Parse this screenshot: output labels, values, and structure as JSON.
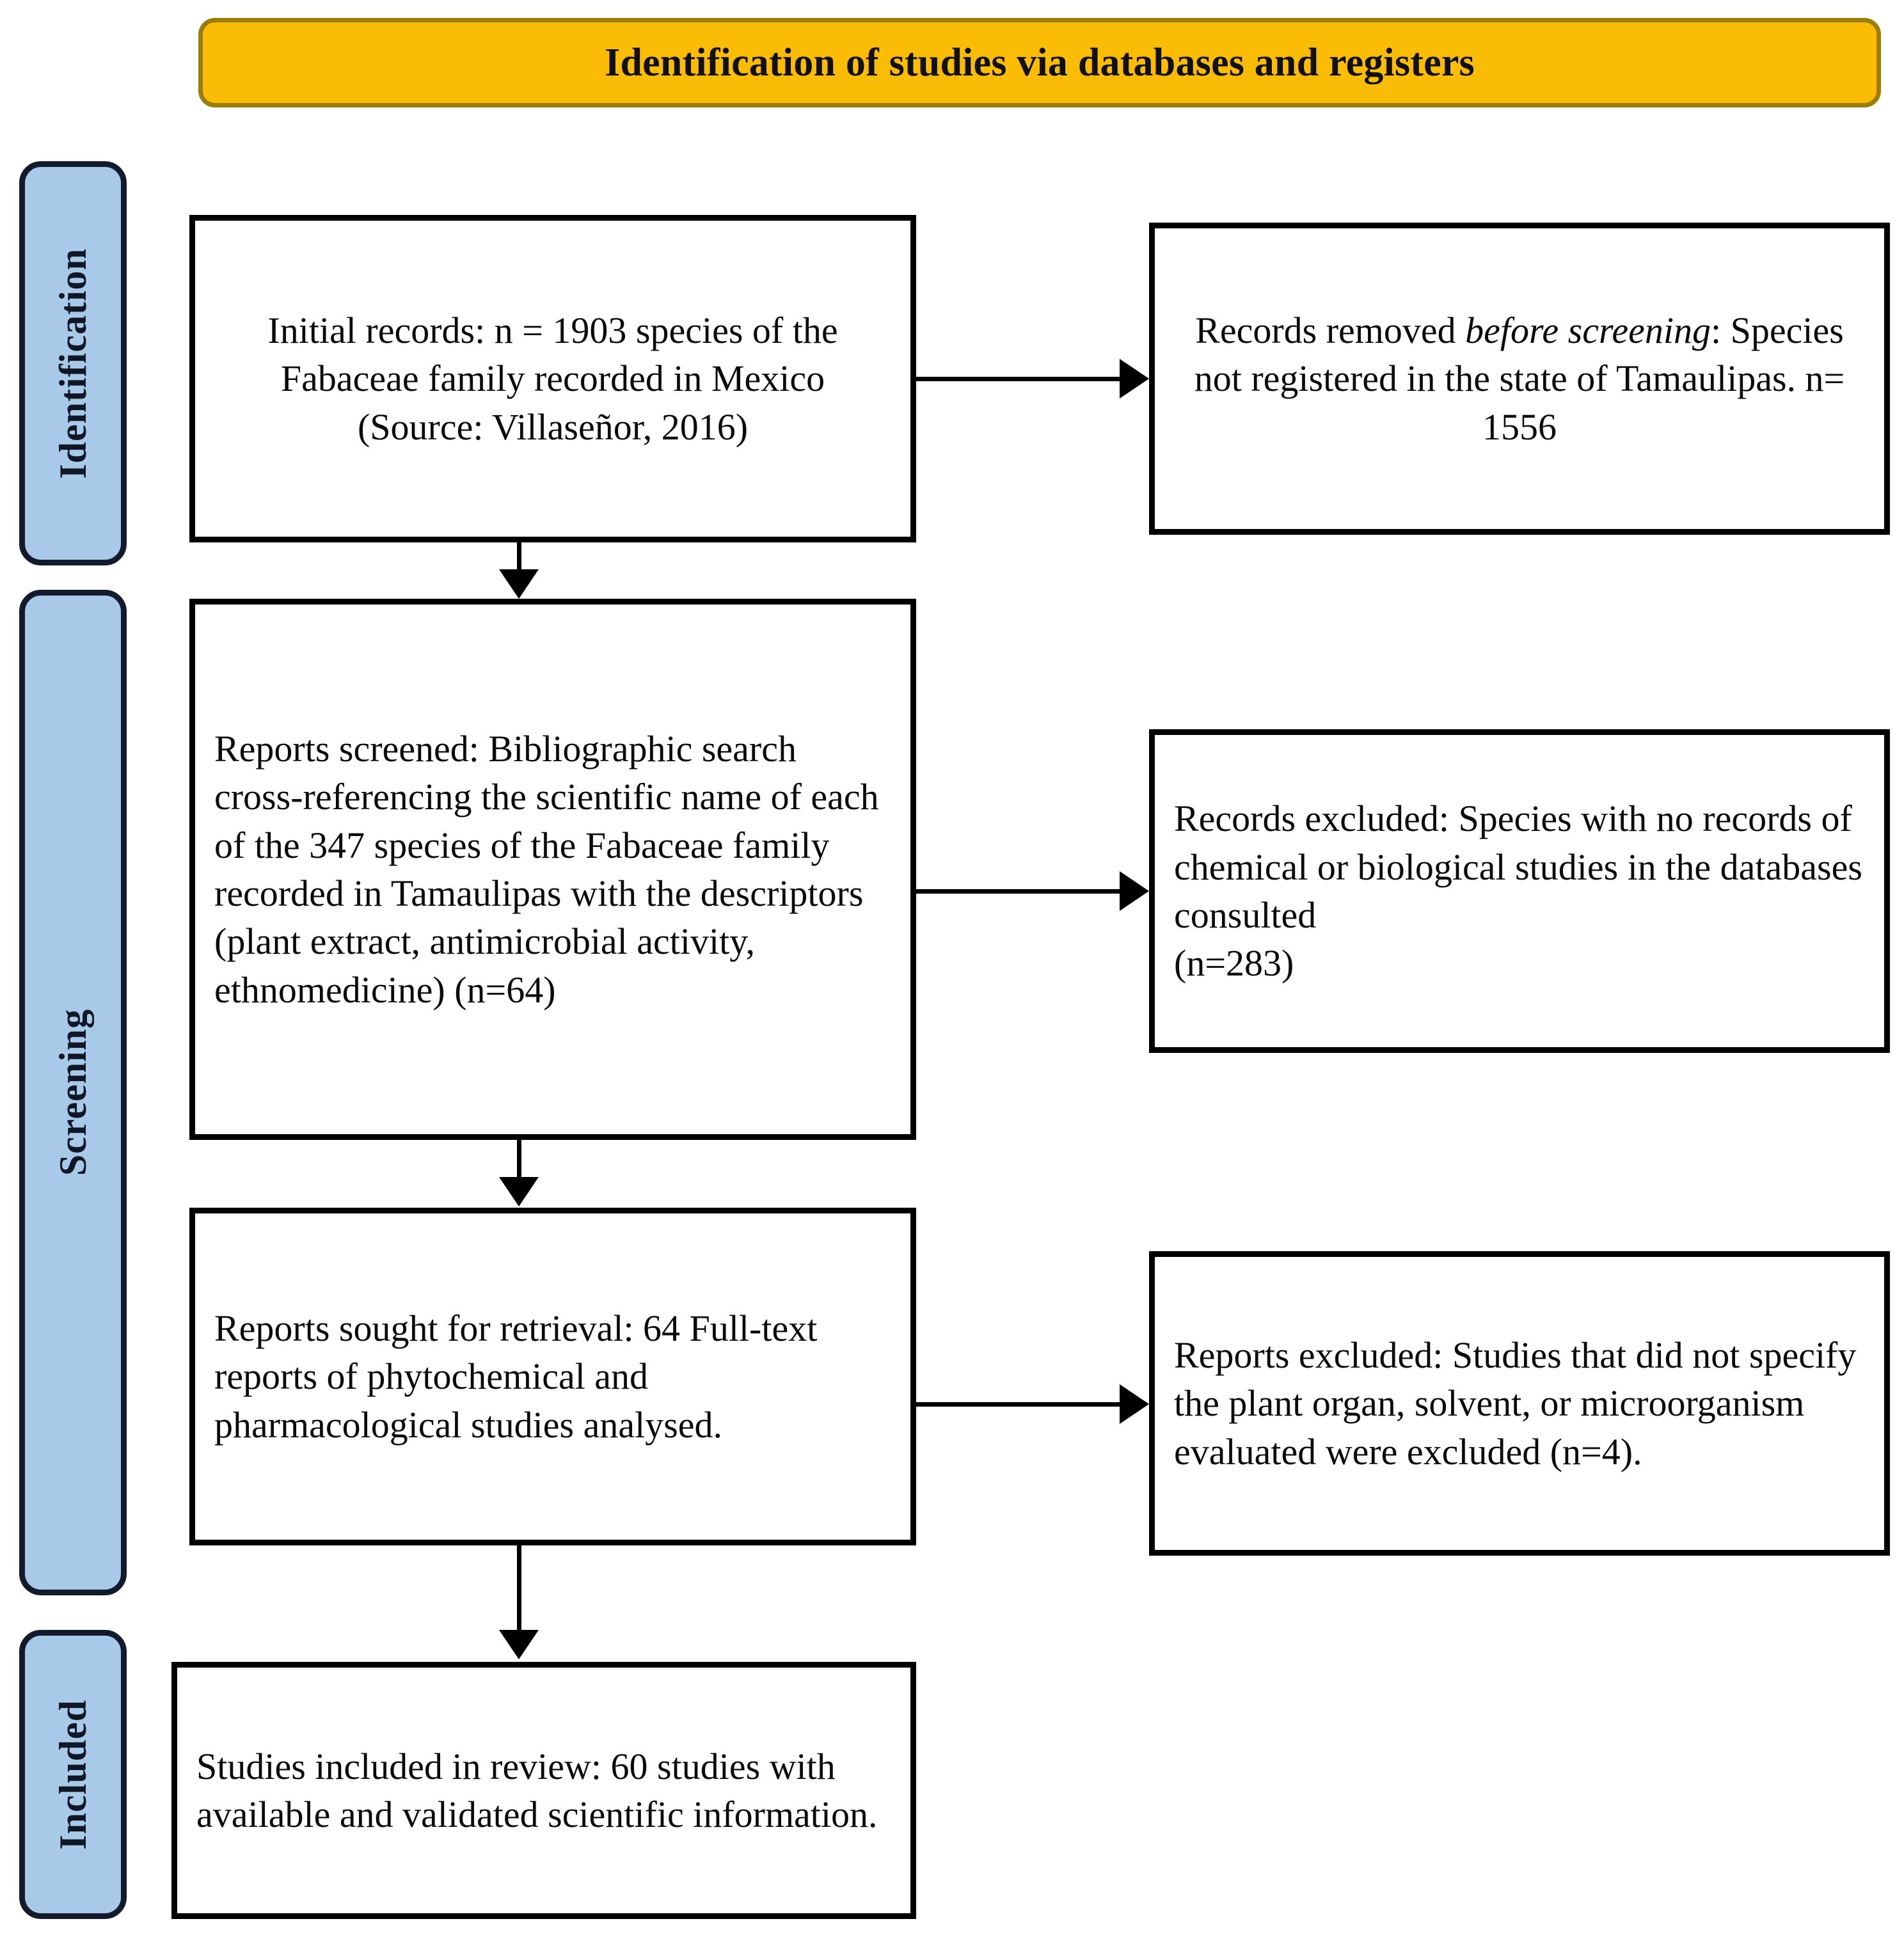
{
  "banner": {
    "title": "Identification of studies via databases and registers",
    "fill_color": "#fbbc05",
    "border_color": "#9c7d09"
  },
  "stages": {
    "fill_color": "#a8c9e8",
    "border_color": "#131a2c",
    "items": [
      {
        "id": "identification",
        "label": "Identification"
      },
      {
        "id": "screening",
        "label": "Screening"
      },
      {
        "id": "included",
        "label": "Included"
      }
    ]
  },
  "boxes": {
    "initial_records": {
      "text": "Initial records: n = 1903 species of the Fabaceae family recorded in Mexico (Source: Villaseñor, 2016)",
      "align": "center"
    },
    "records_removed": {
      "text_before_italic": "Records removed ",
      "italic": "before screening",
      "text_after_italic": ": Species not registered in the state of Tamaulipas. n= 1556",
      "align": "center"
    },
    "reports_screened": {
      "text": "Reports screened: Bibliographic search cross-referencing the scientific name of each of the 347 species of the Fabaceae family recorded in Tamaulipas with the descriptors (plant extract, antimicrobial activity, ethnomedicine) (n=64)",
      "align": "left"
    },
    "records_excluded": {
      "text": "Records excluded: Species with no records of chemical or biological studies in the databases consulted\n(n=283)",
      "align": "left"
    },
    "reports_sought": {
      "text": "Reports sought for retrieval: 64 Full-text reports of phytochemical and pharmacological studies analysed.",
      "align": "left"
    },
    "reports_excluded": {
      "text": "Reports excluded: Studies that did not specify the plant organ, solvent, or microorganism evaluated were excluded (n=4).",
      "align": "left"
    },
    "studies_included": {
      "text": "Studies included in review: 60 studies with available and validated scientific information.",
      "align": "left"
    }
  },
  "connectors": [
    {
      "id": "initial-to-removed",
      "direction": "right"
    },
    {
      "id": "initial-to-screened",
      "direction": "down"
    },
    {
      "id": "screened-to-excluded",
      "direction": "right"
    },
    {
      "id": "screened-to-sought",
      "direction": "down"
    },
    {
      "id": "sought-to-excluded",
      "direction": "right"
    },
    {
      "id": "sought-to-included",
      "direction": "down"
    }
  ]
}
